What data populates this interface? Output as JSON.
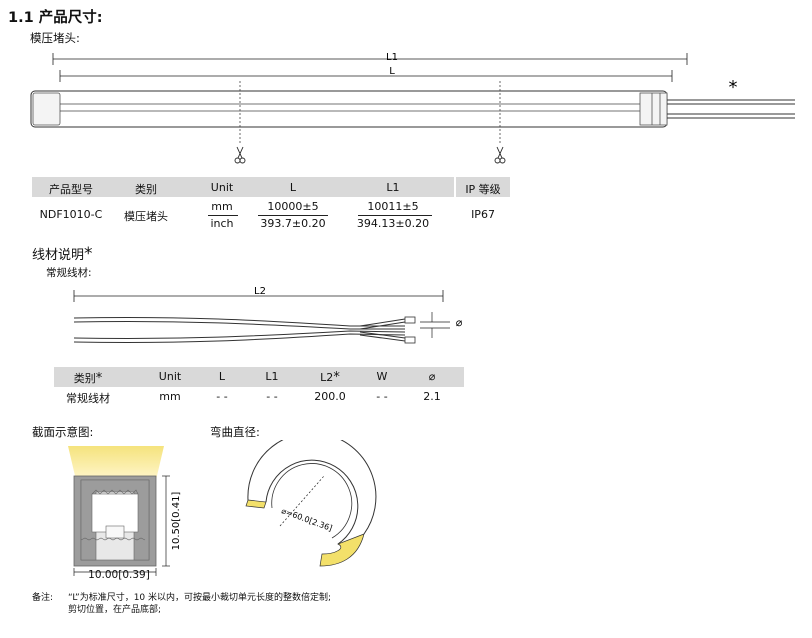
{
  "section_title": "1.1 产品尺寸:",
  "end_cap_label": "模压堵头:",
  "dim_L1": "L1",
  "dim_L": "L",
  "cable_mark": "*",
  "spec_table": {
    "headers": [
      "产品型号",
      "类别",
      "Unit",
      "L",
      "L1",
      "IP 等级"
    ],
    "row": {
      "model": "NDF1010-C",
      "category": "模压堵头",
      "unit_top": "mm",
      "unit_bottom": "inch",
      "L_top": "10000±5",
      "L_bottom": "393.7±0.20",
      "L1_top": "10011±5",
      "L1_bottom": "394.13±0.20",
      "ip": "IP67"
    }
  },
  "cable_title": "线材说明",
  "cable_title_mark": "*",
  "cable_sub": "常规线材:",
  "dim_L2": "L2",
  "diameter_symbol": "⌀",
  "cable_table": {
    "headers": [
      "类别",
      "Unit",
      "L",
      "L1",
      "L2",
      "W",
      "⌀"
    ],
    "header_marks": {
      "0": "*",
      "4": "*"
    },
    "row": [
      "常规线材",
      "mm",
      "- -",
      "- -",
      "200.0",
      "- -",
      "2.1"
    ]
  },
  "cross_section_title": "截面示意图:",
  "bend_title": "弯曲直径:",
  "width_label": "10.00[0.39]",
  "height_label": "10.50[0.41]",
  "bend_label": "⌀=60.0[2.36]",
  "notes": {
    "label": "备注:",
    "line1": "“L”为标准尺寸，10 米以内，可按最小裁切单元长度的整数倍定制;",
    "line2": "剪切位置，在产品底部;"
  },
  "colors": {
    "glow": "#f7e8a0",
    "body": "#9a9a9a",
    "header_bg": "#d9d9d9",
    "yellow": "#f3e06a"
  }
}
